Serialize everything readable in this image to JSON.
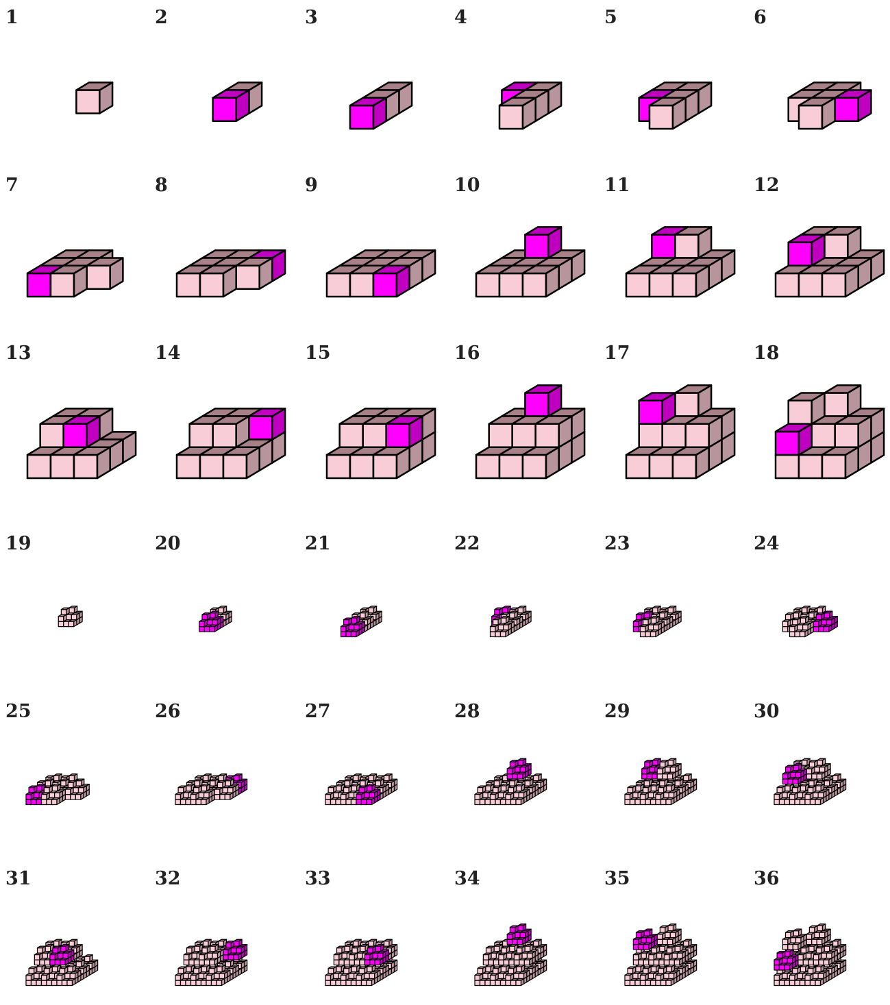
{
  "colors": {
    "background": "#ffffff",
    "cube_fill": "#f8cdd8",
    "cube_side": "#b8949c",
    "cube_top": "#a78088",
    "highlight_front": "#ff00ff",
    "highlight_side": "#c000c0",
    "highlight_top": "#c000c0",
    "edge": "#000000",
    "label": "#222222"
  },
  "figure": {
    "description_free": true,
    "steps": [
      {
        "label": "1"
      },
      {
        "label": "2"
      },
      {
        "label": "3"
      },
      {
        "label": "4"
      },
      {
        "label": "5"
      },
      {
        "label": "6"
      },
      {
        "label": "7"
      },
      {
        "label": "8"
      },
      {
        "label": "9"
      },
      {
        "label": "10"
      },
      {
        "label": "11"
      },
      {
        "label": "12"
      },
      {
        "label": "13"
      },
      {
        "label": "14"
      },
      {
        "label": "15"
      },
      {
        "label": "16"
      },
      {
        "label": "17"
      },
      {
        "label": "18"
      },
      {
        "label": "19"
      },
      {
        "label": "20"
      },
      {
        "label": "21"
      },
      {
        "label": "22"
      },
      {
        "label": "23"
      },
      {
        "label": "24"
      },
      {
        "label": "25"
      },
      {
        "label": "26"
      },
      {
        "label": "27"
      },
      {
        "label": "28"
      },
      {
        "label": "29"
      },
      {
        "label": "30"
      },
      {
        "label": "31"
      },
      {
        "label": "32"
      },
      {
        "label": "33"
      },
      {
        "label": "34"
      },
      {
        "label": "35"
      },
      {
        "label": "36"
      }
    ]
  }
}
